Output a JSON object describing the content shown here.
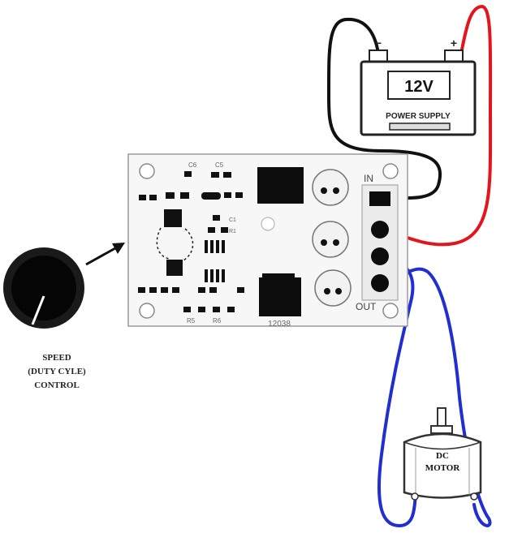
{
  "battery": {
    "voltage_label": "12V",
    "caption": "POWER SUPPLY",
    "minus_symbol": "−",
    "plus_symbol": "+"
  },
  "board": {
    "in_label": "IN",
    "out_label": "OUT",
    "model_label": "12038",
    "components": [
      "C6",
      "C5",
      "C1",
      "R1",
      "R5",
      "R6"
    ]
  },
  "knob": {
    "caption_lines": [
      "SPEED",
      "(DUTY CYLE)",
      "CONTROL"
    ]
  },
  "motor": {
    "label_lines": [
      "DC",
      "MOTOR"
    ]
  },
  "colors": {
    "positive_wire": "#e5141c",
    "negative_wire": "#111111",
    "motor_wire": "#1f2fd0",
    "board": "#f7f7f7",
    "chip": "#0d0d0d"
  }
}
